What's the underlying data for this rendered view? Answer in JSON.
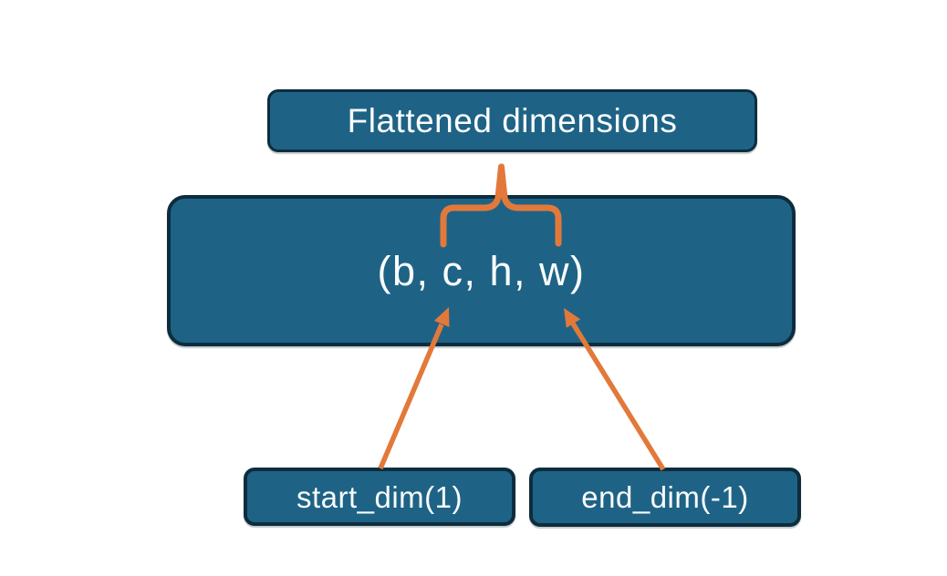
{
  "canvas": {
    "background": "#ffffff"
  },
  "colors": {
    "node_fill": "#1e6386",
    "node_border": "#0d2d3e",
    "accent": "#e2793a",
    "text": "#fafcfc",
    "bg": "#ffffff"
  },
  "nodes": {
    "flattened": {
      "label": "Flattened dimensions"
    },
    "tensor": {
      "label": "(b, c, h, w)"
    },
    "start_dim": {
      "label": "start_dim(1)"
    },
    "end_dim": {
      "label": "end_dim(-1)"
    }
  }
}
